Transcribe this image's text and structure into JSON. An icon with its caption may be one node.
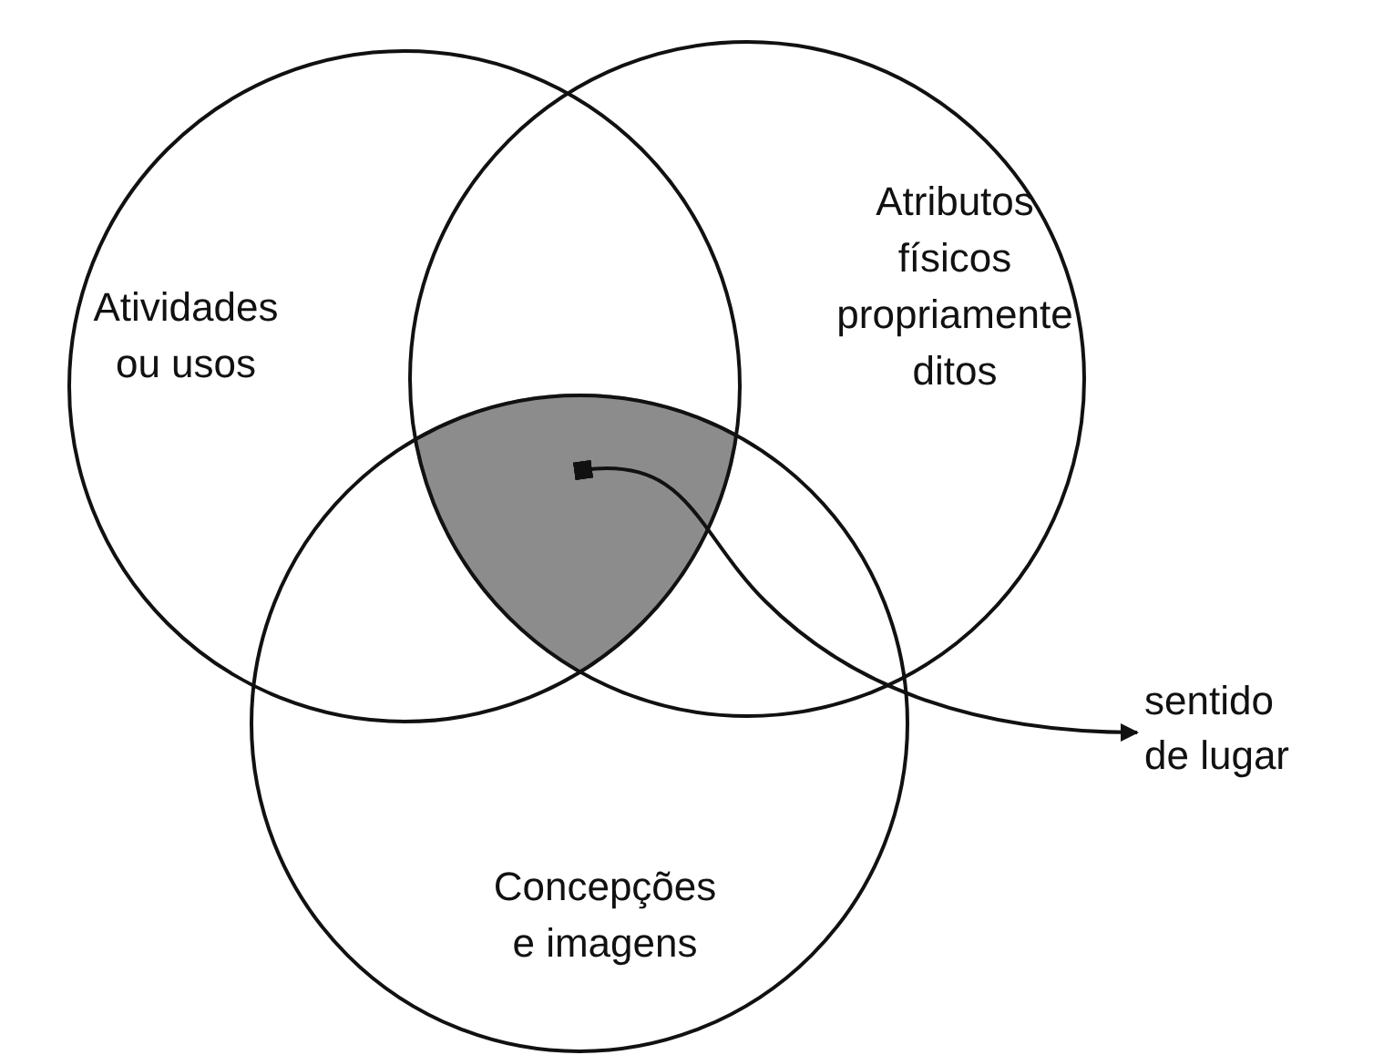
{
  "diagram": {
    "nodes": [
      {
        "text": [
          "Atividades ou usos"
        ]
      },
      {
        "text": [
          "Atributos físicos propriamente ditos"
        ]
      },
      {
        "text": [
          "Concepções e imagens"
        ]
      },
      {
        "text": [],
        "shape": "triangle"
      },
      {
        "text": [
          "sentido de lugar"
        ]
      }
    ],
    "edges": [
      {
        "from": 3,
        "to": 4,
        "arrow": "to"
      }
    ]
  }
}
